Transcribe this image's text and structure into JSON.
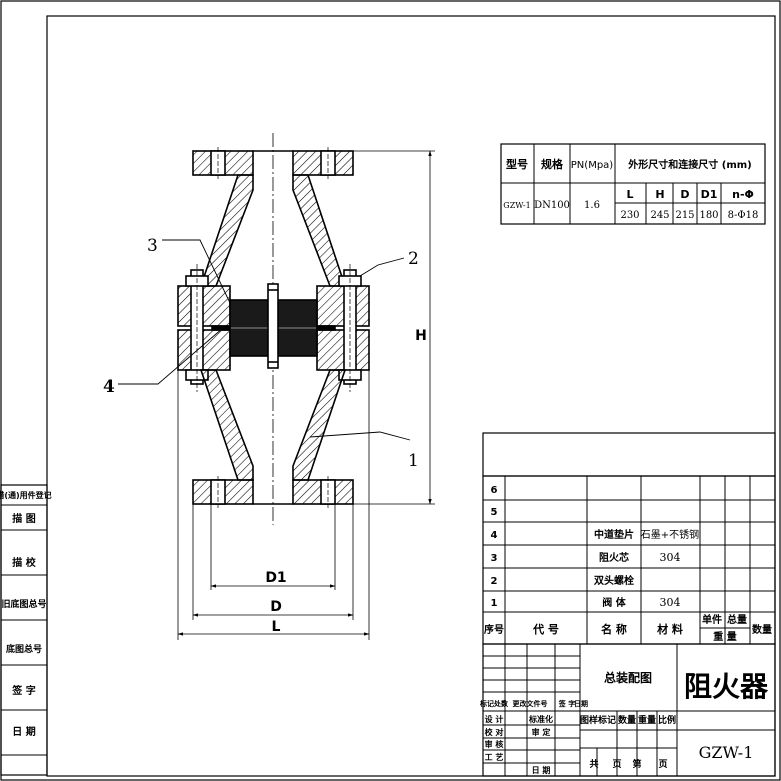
{
  "spec_table": {
    "headers": {
      "model": "型号",
      "spec": "规格",
      "pn": "PN(Mpa)",
      "dims": "外形尺寸和连接尺寸 (mm)"
    },
    "dim_headers": [
      "L",
      "H",
      "D",
      "D1",
      "n-Φ"
    ],
    "row": {
      "model": "GZW-1",
      "spec": "DN100",
      "pn": "1.6",
      "dims": [
        "230",
        "245",
        "215",
        "180",
        "8-Φ18"
      ]
    }
  },
  "drawing": {
    "callouts": [
      "1",
      "2",
      "3",
      "4"
    ],
    "dims": {
      "H": "H",
      "D1": "D1",
      "D": "D",
      "L": "L"
    }
  },
  "side_labels": [
    "借(通)用件登记",
    "描 图",
    "描 校",
    "旧底图总号",
    "底图总号",
    "签 字",
    "日 期"
  ],
  "parts": {
    "rows": [
      {
        "no": "6",
        "code": "",
        "name": "",
        "material": ""
      },
      {
        "no": "5",
        "code": "",
        "name": "",
        "material": ""
      },
      {
        "no": "4",
        "code": "",
        "name": "中道垫片",
        "material": "石墨+不锈钢"
      },
      {
        "no": "3",
        "code": "",
        "name": "阻火芯",
        "material": "304"
      },
      {
        "no": "2",
        "code": "",
        "name": "双头螺栓",
        "material": ""
      },
      {
        "no": "1",
        "code": "",
        "name": "阀 体",
        "material": "304"
      }
    ],
    "header": {
      "no": "序号",
      "code": "代 号",
      "name": "名 称",
      "material": "材 料",
      "unit": "单件",
      "total": "总量",
      "weight": "重 量",
      "qty": "数量"
    }
  },
  "title_block": {
    "drawing_type": "总装配图",
    "product": "阻火器",
    "drawing_no": "GZW-1",
    "rev_headers": [
      "标记处数",
      "更改文件号",
      "签 字",
      "日期"
    ],
    "roles_left": [
      "设 计",
      "校 对",
      "审 核",
      "工 艺"
    ],
    "roles_right": [
      "标准化",
      "审 定",
      "",
      "日 期"
    ],
    "info_headers": [
      "图样标记",
      "数量",
      "重量",
      "比例"
    ],
    "sheet": {
      "total": "共",
      "unit1": "页",
      "page": "第",
      "unit2": "页"
    }
  }
}
